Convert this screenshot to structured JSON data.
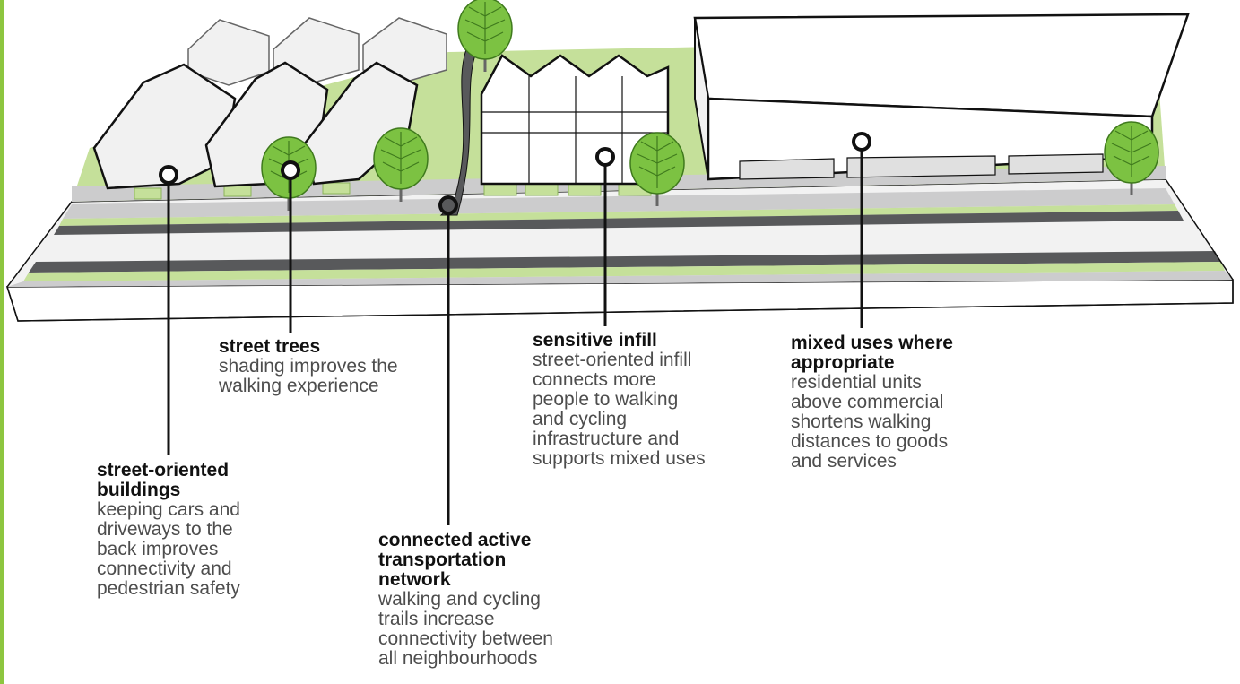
{
  "colors": {
    "accent_green": "#8dc63f",
    "tree_green": "#7cc242",
    "lawn_green": "#c5e09a",
    "road_dark": "#58595b",
    "road_light": "#cccccd",
    "outline": "#111111",
    "roof_fill": "#f1f1f1",
    "body_text": "#4d4d4d"
  },
  "callouts": {
    "street_trees": {
      "title": [
        "street trees"
      ],
      "body": [
        "shading improves the",
        "walking experience"
      ]
    },
    "street_oriented": {
      "title": [
        "street-oriented",
        "buildings"
      ],
      "body": [
        "keeping cars and",
        "driveways to the",
        "back improves",
        "connectivity and",
        "pedestrian safety"
      ]
    },
    "connected_network": {
      "title": [
        "connected active",
        "transportation",
        "network"
      ],
      "body": [
        "walking and cycling",
        "trails increase",
        "connectivity between",
        "all neighbourhoods"
      ]
    },
    "sensitive_infill": {
      "title": [
        "sensitive infill"
      ],
      "body": [
        "street-oriented infill",
        "connects more",
        "people to walking",
        "and cycling",
        "infrastructure and",
        "supports mixed uses"
      ]
    },
    "mixed_uses": {
      "title": [
        "mixed uses where",
        "appropriate"
      ],
      "body": [
        "residential units",
        "above commercial",
        "shortens walking",
        "distances to goods",
        "and services"
      ]
    }
  }
}
